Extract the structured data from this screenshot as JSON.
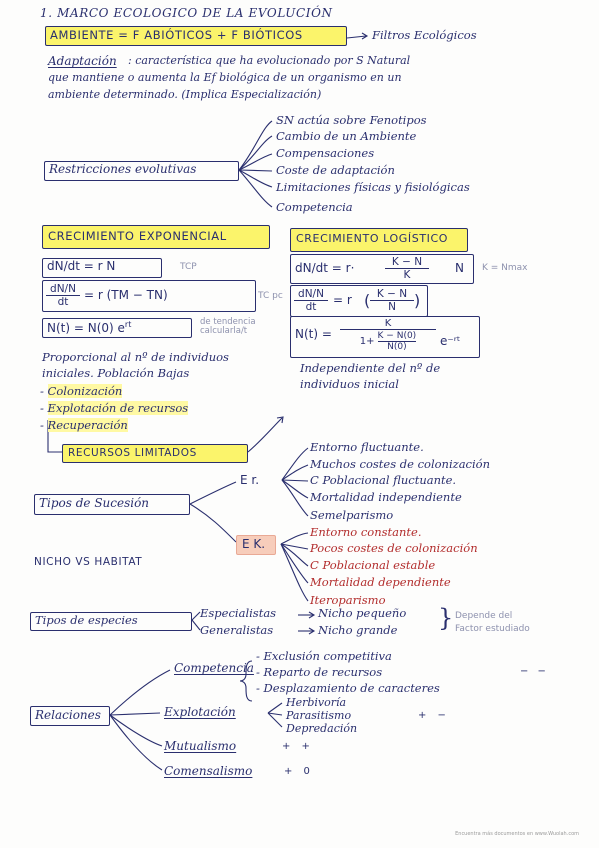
{
  "title": "1. MARCO ECOLOGICO DE LA EVOLUCIÓN",
  "ambiente": {
    "equation": "AMBIENTE = F ABIÓTICOS + F BIÓTICOS",
    "filtros": "Filtros Ecológicos"
  },
  "adaptacion": {
    "term": "Adaptación",
    "lines": [
      ": característica que ha evolucionado por S Natural",
      "que mantiene o aumenta la Ef biológica de un organismo en un",
      "ambiente determinado. (Implica Especialización)"
    ]
  },
  "restricciones": {
    "label": "Restricciones evolutivas",
    "items": [
      "SN actúa sobre Fenotipos",
      "Cambio de un Ambiente",
      "Compensaciones",
      "Coste de adaptación",
      "Limitaciones físicas y fisiológicas",
      "Competencia"
    ]
  },
  "crecimiento_exp": {
    "title": "CRECIMIENTO EXPONENCIAL",
    "eq1": "dN/dt = r N",
    "eq1_note": "TCP",
    "eq2_num": "dN/N",
    "eq2_den": "dt",
    "eq2_rhs": "= r (TM − TN)",
    "eq2_note": "TC pc",
    "eq3": "N(t) = N(0) e",
    "eq3_exp": "rt",
    "eq3_note": "de tendencia calcularla/t",
    "prop": [
      "Proporcional al nº de individuos",
      "iniciales. Población Bajas"
    ],
    "bullets": [
      "Colonización",
      "Explotación de recursos",
      "Recuperación"
    ]
  },
  "crecimiento_log": {
    "title": "CRECIMIENTO LOGÍSTICO",
    "eq1_lhs": "dN/dt = r·",
    "eq1_num": "K − N",
    "eq1_den": "K",
    "eq1_tail": "N",
    "eq1_note": "K = Nmax",
    "eq2_num": "dN/N",
    "eq2_den": "dt",
    "eq2_mid": "= r",
    "eq2_fnum": "K − N",
    "eq2_fden": "N",
    "eq3_lhs": "N(t) =",
    "eq3_num": "K",
    "eq3_den_a": "1+",
    "eq3_den_fnum": "K − N(0)",
    "eq3_den_fden": "N(0)",
    "eq3_exp": "e⁻ʳᵗ",
    "indep": [
      "Independiente del nº de",
      "individuos inicial"
    ]
  },
  "recursos": "RECURSOS LIMITADOS",
  "sucesion": {
    "label": "Tipos de Sucesión",
    "er": {
      "label": "E r.",
      "items": [
        "Entorno fluctuante.",
        "Muchos costes de colonización",
        "C Poblacional fluctuante.",
        "Mortalidad independiente",
        "Semelparismo"
      ]
    },
    "ek": {
      "label": "E K.",
      "items": [
        "Entorno constante.",
        "Pocos costes de colonización",
        "C Poblacional estable",
        "Mortalidad dependiente",
        "Iteroparismo"
      ]
    }
  },
  "nicho": "NICHO VS HABITAT",
  "especies": {
    "label": "Tipos de especies",
    "rows": [
      {
        "name": "Especialistas",
        "result": "Nicho pequeño"
      },
      {
        "name": "Generalistas",
        "result": "Nicho grande"
      }
    ],
    "note": [
      "Depende del",
      "Factor estudiado"
    ]
  },
  "relaciones": {
    "label": "Relaciones",
    "competencia": {
      "label": "Competencia",
      "items": [
        "- Exclusión competitiva",
        "- Reparto de recursos",
        "- Desplazamiento de caracteres"
      ],
      "signs": "− −"
    },
    "explotacion": {
      "label": "Explotación",
      "items": [
        "Herbivoría",
        "Parasitismo",
        "Depredación"
      ],
      "signs": "+ −"
    },
    "mutualismo": {
      "label": "Mutualismo",
      "signs": "+ +"
    },
    "comensalismo": {
      "label": "Comensalismo",
      "signs": "+ 0"
    }
  },
  "footer": "Encuentra más documentos en www.Wuolah.com"
}
